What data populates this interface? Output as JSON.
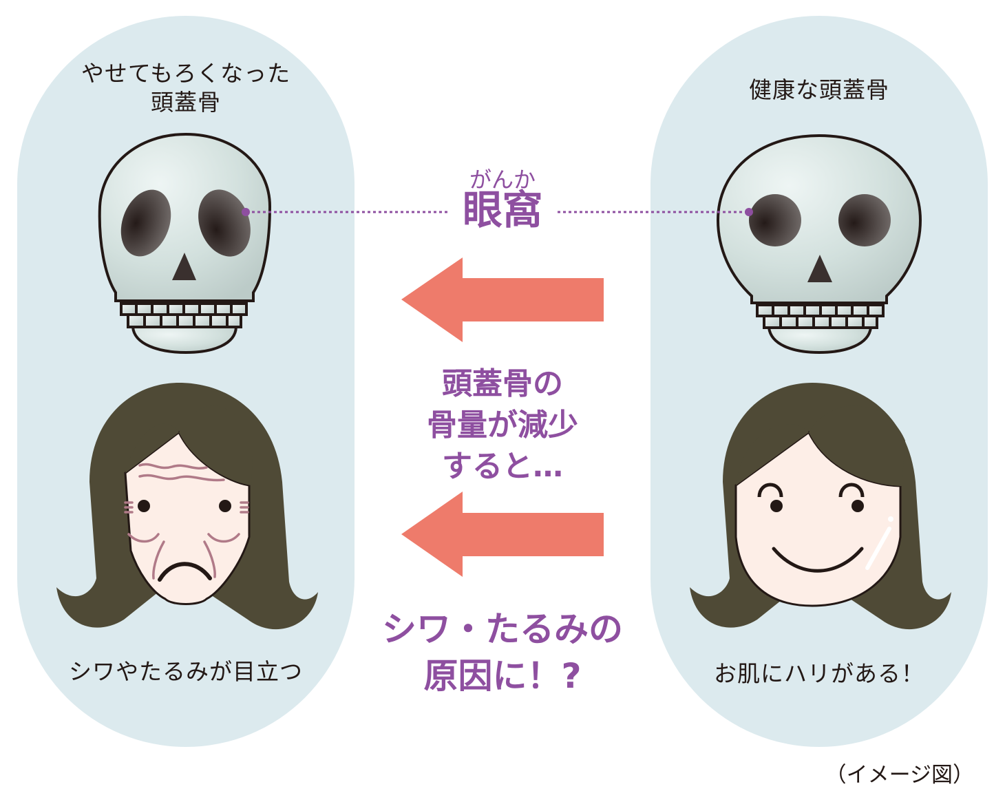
{
  "left_panel": {
    "title_line1": "やせてもろくなった",
    "title_line2": "頭蓋骨",
    "face_caption": "シワやたるみが目立つ",
    "skull_icon": "fragile-skull-icon",
    "face_icon": "wrinkled-face-icon"
  },
  "right_panel": {
    "title": "健康な頭蓋骨",
    "face_caption": "お肌にハリがある！",
    "skull_icon": "healthy-skull-icon",
    "face_icon": "smiling-face-icon"
  },
  "center": {
    "orbit_ruby": "がんか",
    "orbit_label": "眼窩",
    "middle_line1": "頭蓋骨の",
    "middle_line2": "骨量が減少",
    "middle_line3": "すると…",
    "conclusion_line1": "シワ・たるみの",
    "conclusion_line2": "原因に！?",
    "arrow_icon": "left-arrow-icon"
  },
  "caption": "（イメージ図）",
  "colors": {
    "panel_bg": "#dceaee",
    "accent_purple": "#8e4fa0",
    "arrow_salmon": "#ee7b6b",
    "hair": "#4f4a36",
    "skin": "#fdeee7",
    "wrinkle": "#b07a88",
    "outline": "#231815"
  }
}
